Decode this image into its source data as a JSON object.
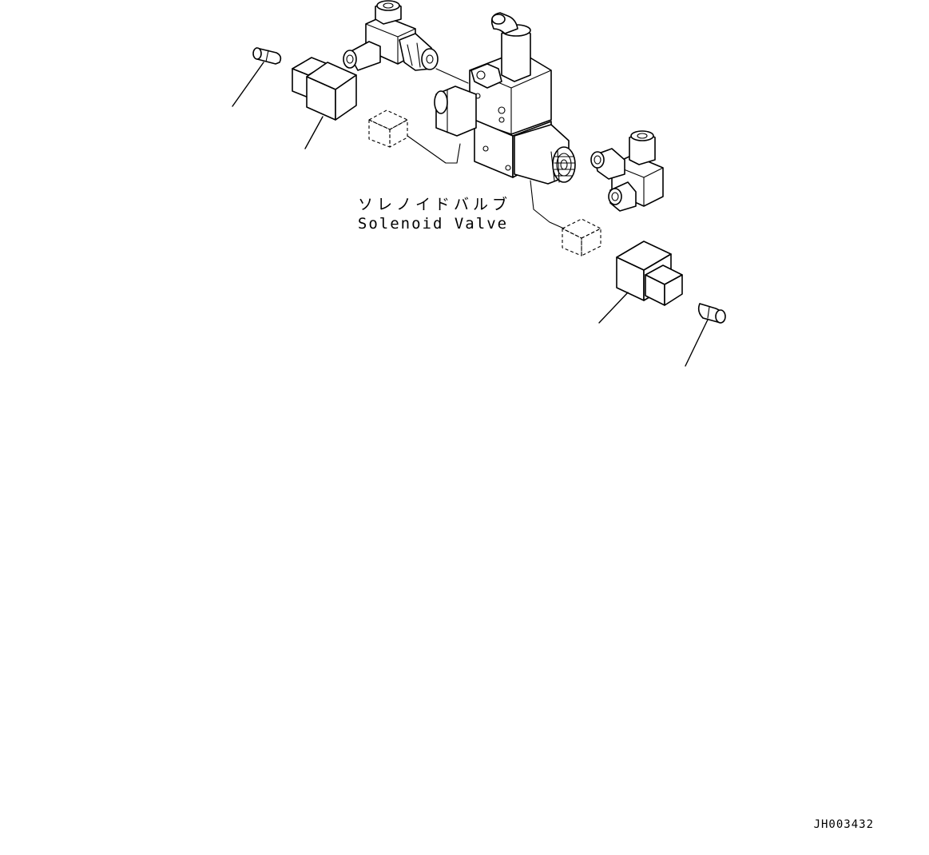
{
  "labels": {
    "solenoid_valve_jp": "ソレノイドバルブ",
    "solenoid_valve_en": "Solenoid Valve",
    "drawing_code": "JH003432"
  },
  "colors": {
    "line": "#000000",
    "background": "#ffffff"
  }
}
